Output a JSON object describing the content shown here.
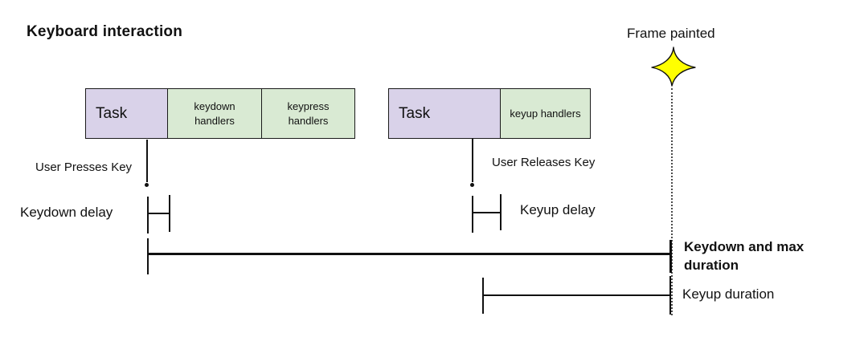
{
  "title": "Keyboard interaction",
  "colors": {
    "task_fill": "#d9d2e9",
    "handler_fill": "#d9ead3",
    "star_fill": "#ffff00",
    "line": "#111111"
  },
  "groups": [
    {
      "boxes": [
        {
          "label": "Task",
          "type": "task"
        },
        {
          "label": "keydown\nhandlers",
          "type": "handler"
        },
        {
          "label": "keypress\nhandlers",
          "type": "handler"
        }
      ]
    },
    {
      "boxes": [
        {
          "label": "Task",
          "type": "task"
        },
        {
          "label": "keyup handlers",
          "type": "handler"
        }
      ]
    }
  ],
  "annotations": {
    "user_presses_key": "User Presses Key",
    "user_releases_key": "User Releases Key",
    "keydown_delay": "Keydown delay",
    "keyup_delay": "Keyup delay",
    "frame_painted": "Frame painted",
    "keydown_max_duration": "Keydown and max\nduration",
    "keyup_duration": "Keyup duration"
  }
}
